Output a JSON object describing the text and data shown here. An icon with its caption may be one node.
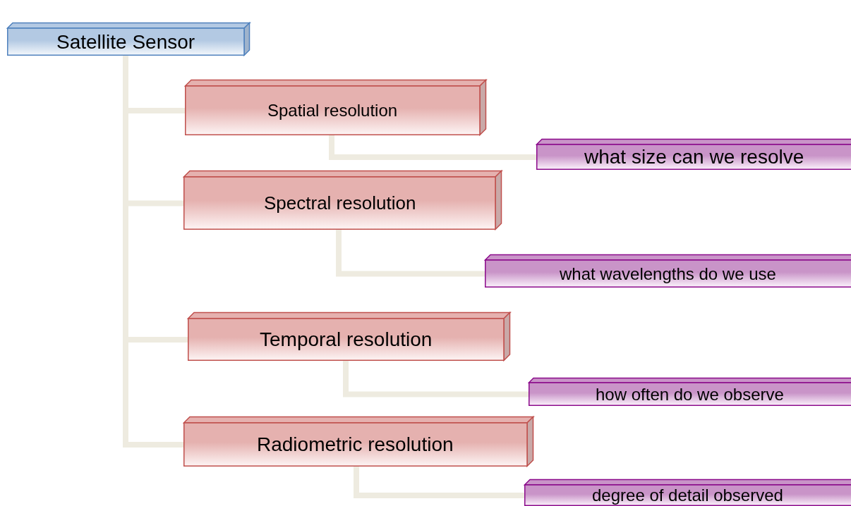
{
  "diagram": {
    "nodes": [
      {
        "text": [
          "Satellite Sensor"
        ]
      },
      {
        "text": [
          "Spatial resolution"
        ]
      },
      {
        "text": [
          "Spectral resolution"
        ]
      },
      {
        "text": [
          "Temporal resolution"
        ]
      },
      {
        "text": [
          "Radiometric resolution"
        ]
      },
      {
        "text": [
          "what size can we resolve"
        ]
      },
      {
        "text": [
          "what wavelengths do we use"
        ]
      },
      {
        "text": [
          "how often do we observe"
        ]
      },
      {
        "text": [
          "degree of detail observed"
        ]
      }
    ],
    "edges": [
      {
        "from": 0,
        "to": 1,
        "arrow": "none"
      },
      {
        "from": 0,
        "to": 2,
        "arrow": "none"
      },
      {
        "from": 0,
        "to": 3,
        "arrow": "none"
      },
      {
        "from": 0,
        "to": 4,
        "arrow": "none"
      },
      {
        "from": 1,
        "to": 5,
        "arrow": "none"
      },
      {
        "from": 2,
        "to": 6,
        "arrow": "none"
      },
      {
        "from": 3,
        "to": 7,
        "arrow": "none"
      },
      {
        "from": 4,
        "to": 8,
        "arrow": "none"
      }
    ]
  }
}
